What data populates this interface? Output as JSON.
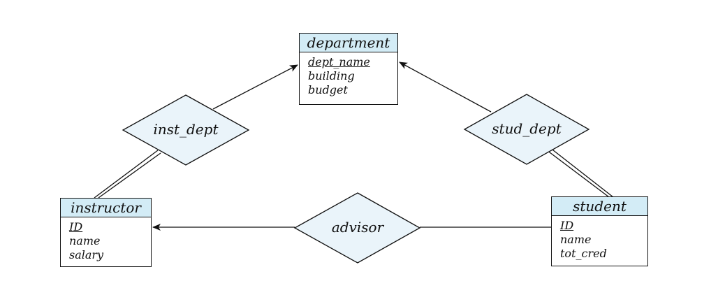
{
  "entities": {
    "department": {
      "title": "department",
      "attributes": [
        {
          "name": "dept_name",
          "key": true
        },
        {
          "name": "building",
          "key": false
        },
        {
          "name": "budget",
          "key": false
        }
      ]
    },
    "instructor": {
      "title": "instructor",
      "attributes": [
        {
          "name": "ID",
          "key": true
        },
        {
          "name": "name",
          "key": false
        },
        {
          "name": "salary",
          "key": false
        }
      ]
    },
    "student": {
      "title": "student",
      "attributes": [
        {
          "name": "ID",
          "key": true
        },
        {
          "name": "name",
          "key": false
        },
        {
          "name": "tot_cred",
          "key": false
        }
      ]
    }
  },
  "relationships": {
    "inst_dept": {
      "label": "inst_dept"
    },
    "stud_dept": {
      "label": "stud_dept"
    },
    "advisor": {
      "label": "advisor"
    }
  },
  "colors": {
    "entity_header": "#d3ecf6",
    "relationship_fill": "#eaf4fa",
    "line": "#111111"
  }
}
